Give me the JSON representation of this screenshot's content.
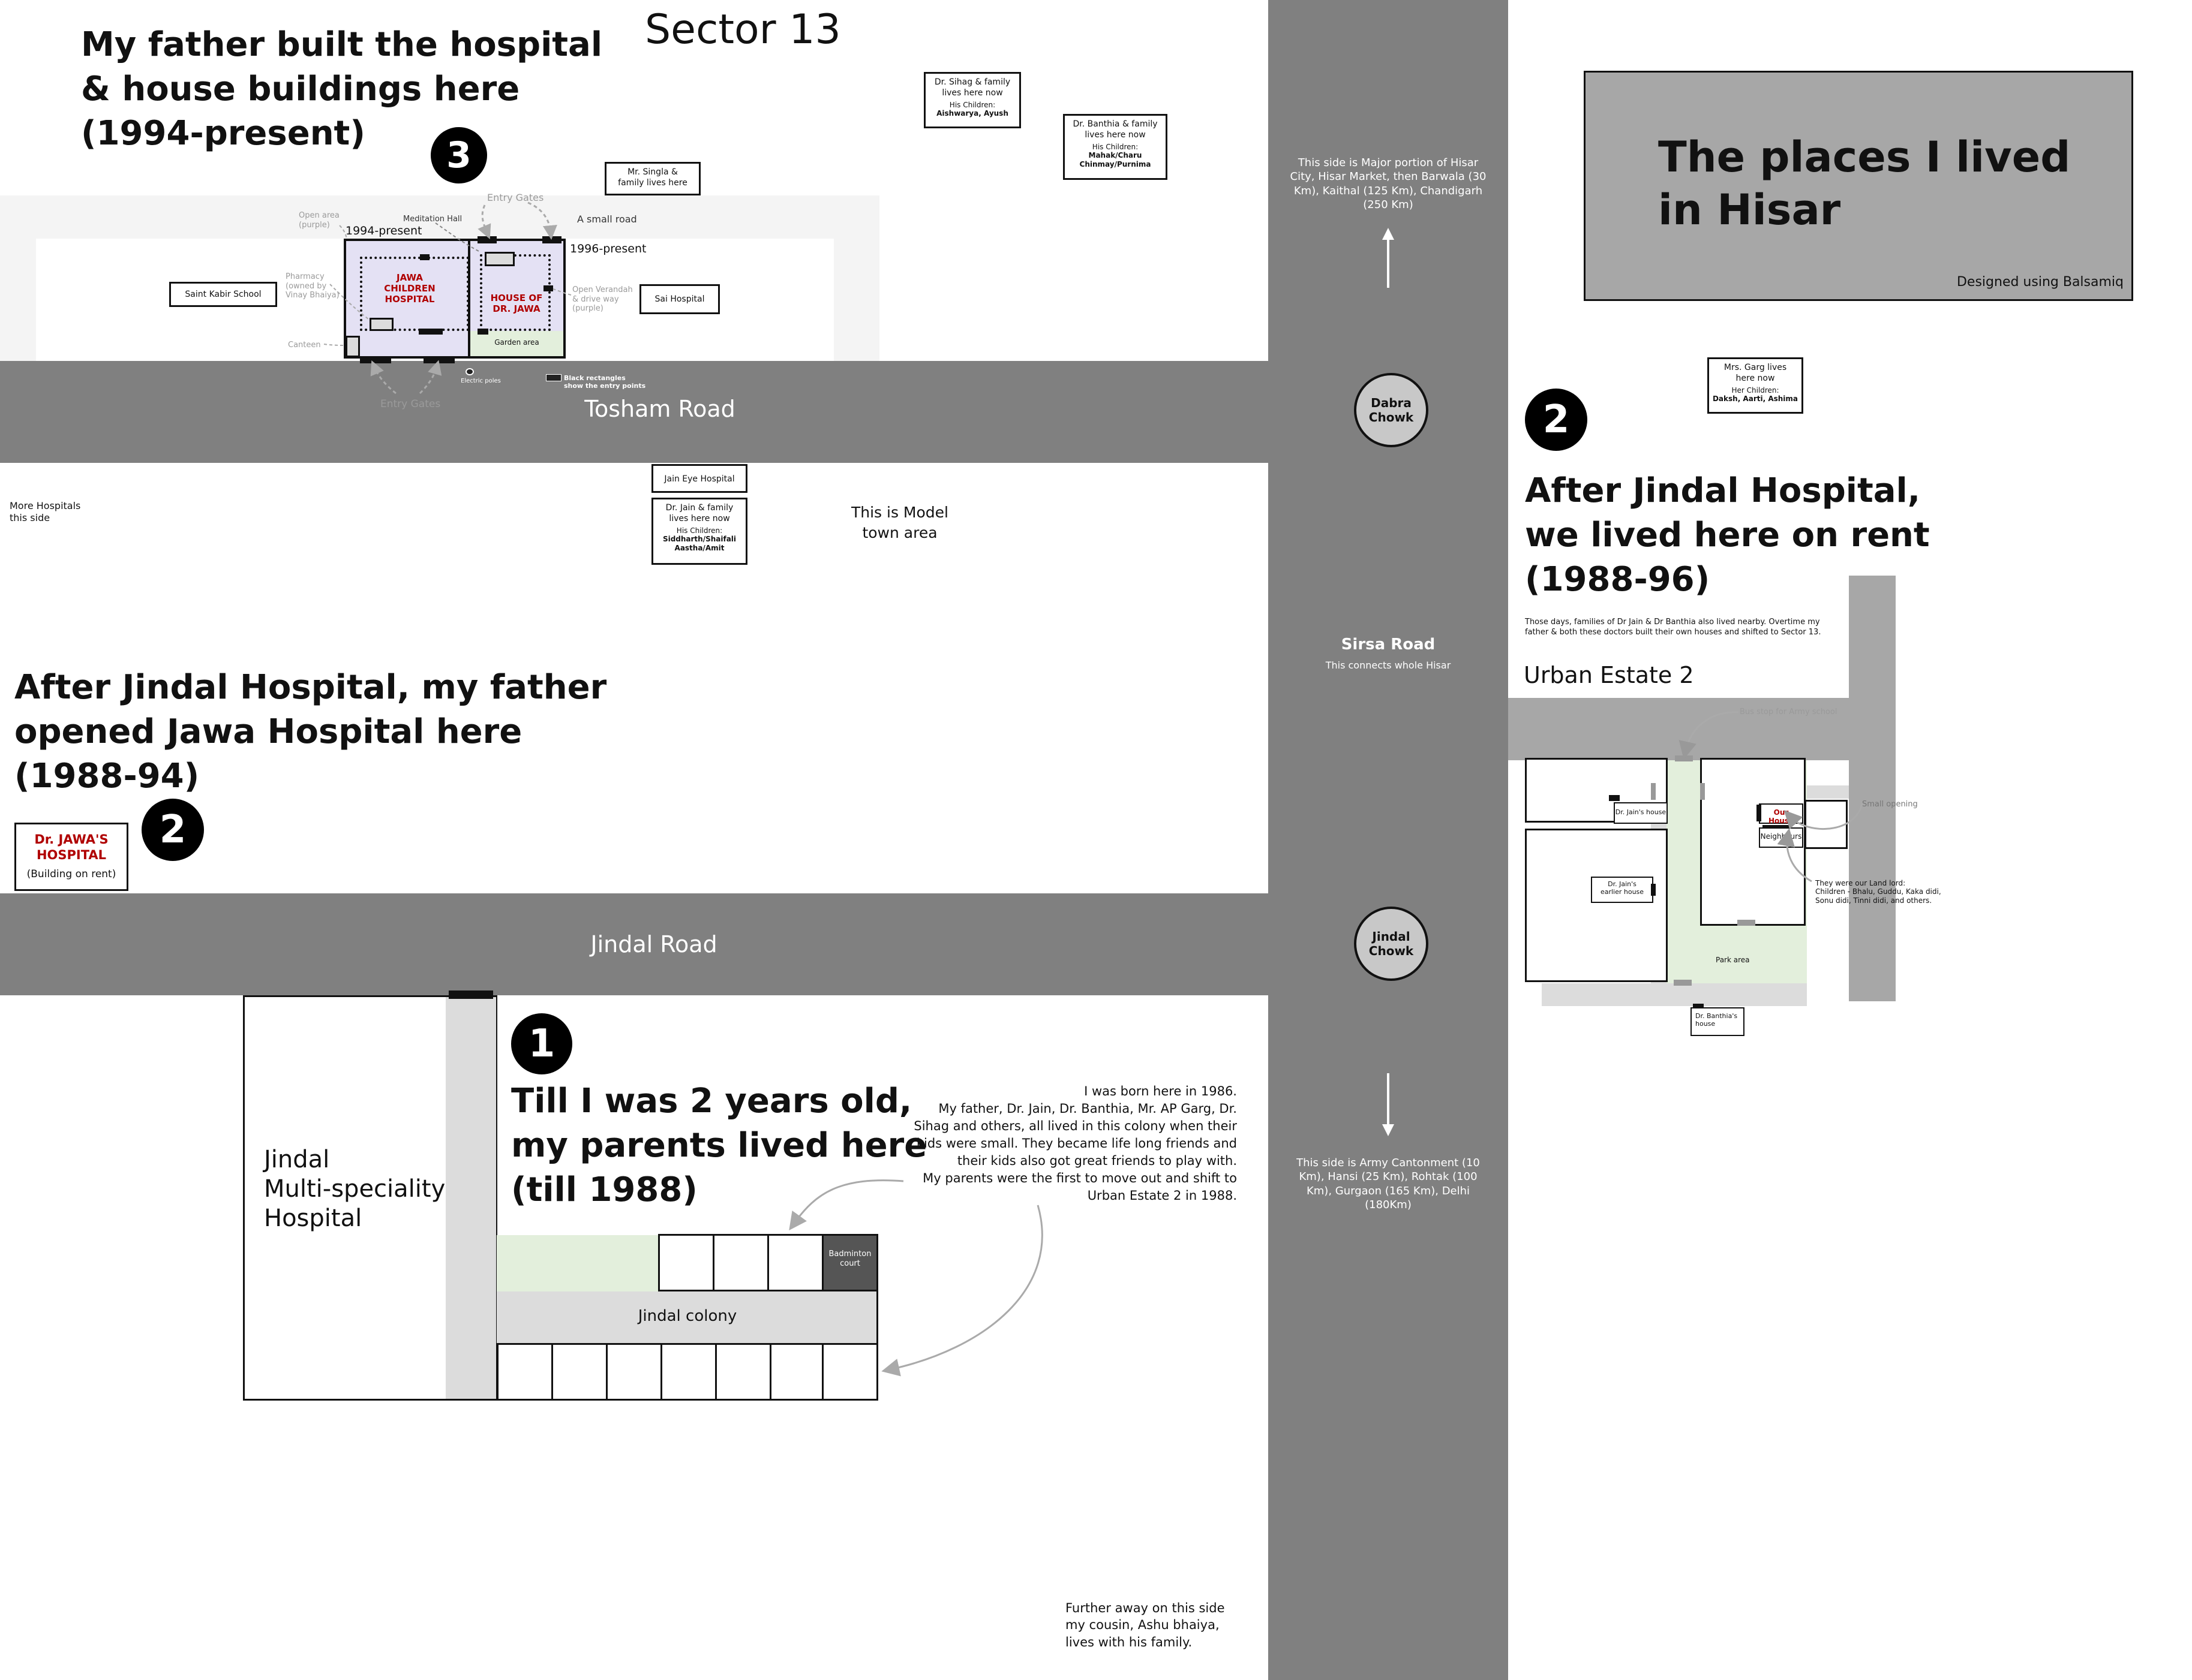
{
  "sector": {
    "title": "Sector 13",
    "heading": "My father built the hospital\n& house buildings here\n(1994-present)",
    "number": "3",
    "labels": {
      "open_area": "Open area\n(purple)",
      "meditation_hall": "Meditation Hall",
      "entry_gates_top": "Entry Gates",
      "small_road": "A small road",
      "year_1994": "1994-present",
      "year_1996": "1996-present",
      "pharmacy": "Pharmacy\n(owned by\nVinay Bhaiya)",
      "jawa_children": "JAWA\nCHILDREN\nHOSPITAL",
      "house_jawa": "HOUSE OF\nDR. JAWA",
      "open_verandah": "Open Verandah\n& drive way\n(purple)",
      "garden": "Garden area",
      "canteen": "Canteen",
      "electric_poles": "Electric poles",
      "black_rect": "Black rectangles\nshow the entry points",
      "entry_gates_bottom": "Entry Gates"
    },
    "saint_kabir": "Saint Kabir School",
    "sai_hospital": "Sai Hospital",
    "singla": "Mr. Singla &\nfamily lives here",
    "sihag": {
      "line": "Dr. Sihag & family\nlives here now",
      "children_label": "His Children:",
      "children": "Aishwarya, Ayush"
    },
    "banthia": {
      "line": "Dr. Banthia & family\nlives here now",
      "children_label": "His Children:",
      "children": "Mahak/Charu\nChinmay/Purnima"
    }
  },
  "roads": {
    "tosham": "Tosham Road",
    "jindal": "Jindal Road",
    "sirsa": "Sirsa Road",
    "sirsa_sub": "This connects whole Hisar",
    "top_note": "This side is Major portion of Hisar City, Hisar Market, then Barwala (30 Km), Kaithal (125 Km), Chandigarh (250 Km)",
    "bottom_note": "This side is Army Cantonment (10 Km), Hansi (25 Km), Rohtak (100 Km), Gurgaon (165 Km), Delhi (180Km)",
    "dabra": "Dabra\nChowk",
    "jindal_chowk": "Jindal\nChowk"
  },
  "middle": {
    "jain_eye": "Jain Eye Hospital",
    "jain": {
      "line": "Dr. Jain & family\nlives here now",
      "children_label": "His Children:",
      "children": "Siddharth/Shaifali\nAastha/Amit"
    },
    "model_town": "This is Model\ntown area",
    "more_hospitals": "More Hospitals\nthis side"
  },
  "jawa_hospital": {
    "heading": "After Jindal Hospital, my father\nopened Jawa Hospital here\n(1988-94)",
    "number": "2",
    "name": "Dr. JAWA'S\nHOSPITAL",
    "sub": "(Building on rent)"
  },
  "jindal": {
    "hospital": "Jindal\nMulti-speciality\nHospital",
    "number": "1",
    "heading": "Till I was 2 years old,\nmy parents lived here\n(till 1988)",
    "story": "I was born here in 1986.\nMy father, Dr. Jain, Dr. Banthia, Mr. AP Garg, Dr.\nSihag and others, all lived in this colony when their\nkids were small. They became life long friends and\ntheir kids also got great friends to play with.\nMy parents were the first to move out and shift to\nUrban Estate 2 in 1988.",
    "badminton": "Badminton\ncourt",
    "colony": "Jindal colony",
    "cousin": "Further away on this side\nmy cousin, Ashu bhaiya,\nlives with his family."
  },
  "title_card": {
    "title": "The places I lived\nin Hisar",
    "credit": "Designed using Balsamiq"
  },
  "urban": {
    "garg": {
      "line": "Mrs. Garg lives\nhere now",
      "children_label": "Her Children:",
      "children": "Daksh, Aarti, Ashima"
    },
    "number": "2",
    "heading": "After Jindal Hospital,\nwe lived here on rent\n(1988-96)",
    "note": "Those days, families of Dr Jain & Dr Banthia also lived nearby. Overtime my father & both these doctors built their own houses and shifted to Sector 13.",
    "title": "Urban Estate 2",
    "bus_stop": "Bus stop for Army school",
    "jain_house": "Dr. Jain's house",
    "our_house": "Our House",
    "neighbours": "Neighbours",
    "small_opening": "Small opening",
    "jain_earlier": "Dr. Jain's\nearlier house",
    "landlord": "They were our Land lord:\nChildren - Bhalu, Guddu, Kaka didi,\nSonu didi, Tinni didi, and others.",
    "park": "Park area",
    "banthia_house": "Dr. Banthia's\nhouse"
  }
}
